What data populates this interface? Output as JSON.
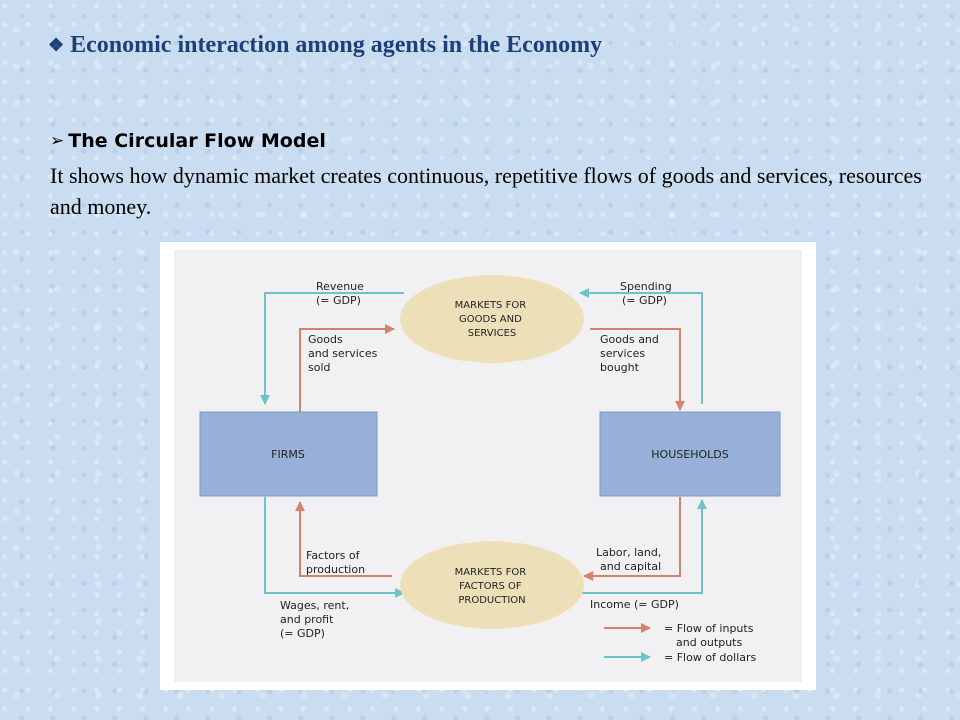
{
  "heading": {
    "bullet": "❖",
    "text": "Economic interaction among agents in the Economy"
  },
  "subheading": {
    "bullet": "➢",
    "text": "The Circular Flow Model"
  },
  "description": "It shows how dynamic market creates continuous, repetitive flows of goods and services, resources and money.",
  "diagram": {
    "colors": {
      "panel": "#ffffff",
      "inner_bg": "#f1f1f3",
      "box": "#97b1d8",
      "ellipse": "#ede0b8",
      "goods_arrow": "#d5826a",
      "money_arrow": "#6cc3c9"
    },
    "firms": "FIRMS",
    "households": "HOUSEHOLDS",
    "goods_market": [
      "MARKETS FOR",
      "GOODS AND",
      "SERVICES"
    ],
    "factors_market": [
      "MARKETS FOR",
      "FACTORS OF",
      "PRODUCTION"
    ],
    "revenue": [
      "Revenue",
      "(= GDP)"
    ],
    "spending": [
      "Spending",
      "(= GDP)"
    ],
    "goods_sold": [
      "Goods",
      "and services",
      "sold"
    ],
    "goods_bought": [
      "Goods and",
      "services",
      "bought"
    ],
    "factors_of_production": [
      "Factors of",
      "production"
    ],
    "labor_land_capital": [
      "Labor, land,",
      "and capital"
    ],
    "wages_rent_profit": [
      "Wages, rent,",
      "and profit",
      "(= GDP)"
    ],
    "income": "Income (= GDP)",
    "legend": [
      {
        "text": [
          "= Flow of inputs",
          "and outputs"
        ],
        "kind": "goods"
      },
      {
        "text": [
          "= Flow of dollars"
        ],
        "kind": "money"
      }
    ]
  }
}
